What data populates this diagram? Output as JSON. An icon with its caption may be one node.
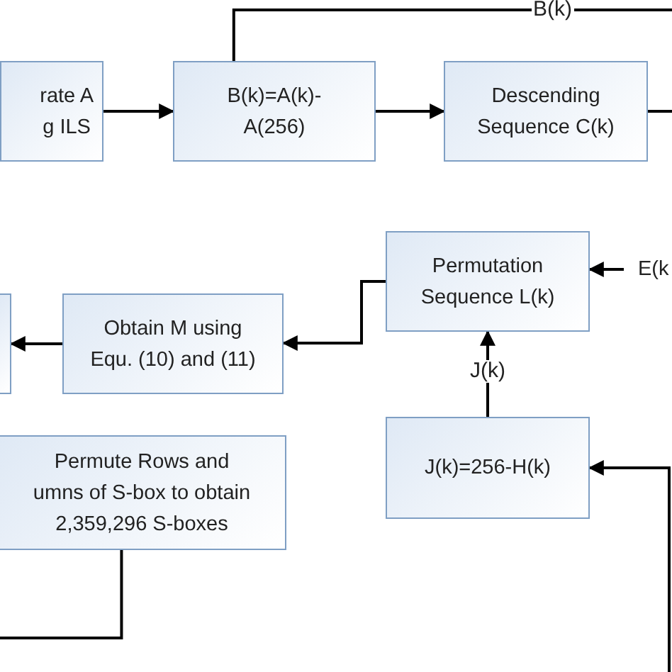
{
  "diagram": {
    "nodes": [
      {
        "text": [
          "rate A g ILS"
        ]
      },
      {
        "text": [
          "B(k)=A(k)- A(256)"
        ]
      },
      {
        "text": [
          "Descending Sequence C(k)"
        ]
      },
      {
        "text": [],
        "shape": "box"
      },
      {
        "text": [
          "Obtain M using Equ. (10) and (11)"
        ]
      },
      {
        "text": [
          "Permutation Sequence L(k)"
        ]
      },
      {
        "text": [
          "J(k)=256-H(k)"
        ]
      },
      {
        "text": [
          "Permute Rows and umns of S-box to obtain 2,359,296 S-boxes"
        ]
      },
      {
        "text": [
          "E(k"
        ]
      }
    ],
    "edges": [
      {
        "from": 0,
        "to": 1,
        "arrow": "to"
      },
      {
        "from": 1,
        "to": 2,
        "arrow": "to"
      },
      {
        "from": 1,
        "to": null,
        "arrow": "none",
        "label": "B(k)"
      },
      {
        "from": 2,
        "to": null,
        "arrow": "none"
      },
      {
        "from": 8,
        "to": 5,
        "arrow": "to"
      },
      {
        "from": 5,
        "to": 4,
        "arrow": "to"
      },
      {
        "from": 4,
        "to": 3,
        "arrow": "to"
      },
      {
        "from": 6,
        "to": 5,
        "arrow": "to",
        "label": "J(k)"
      },
      {
        "from": null,
        "to": 6,
        "arrow": "to"
      },
      {
        "from": 7,
        "to": null,
        "arrow": "none"
      }
    ]
  }
}
